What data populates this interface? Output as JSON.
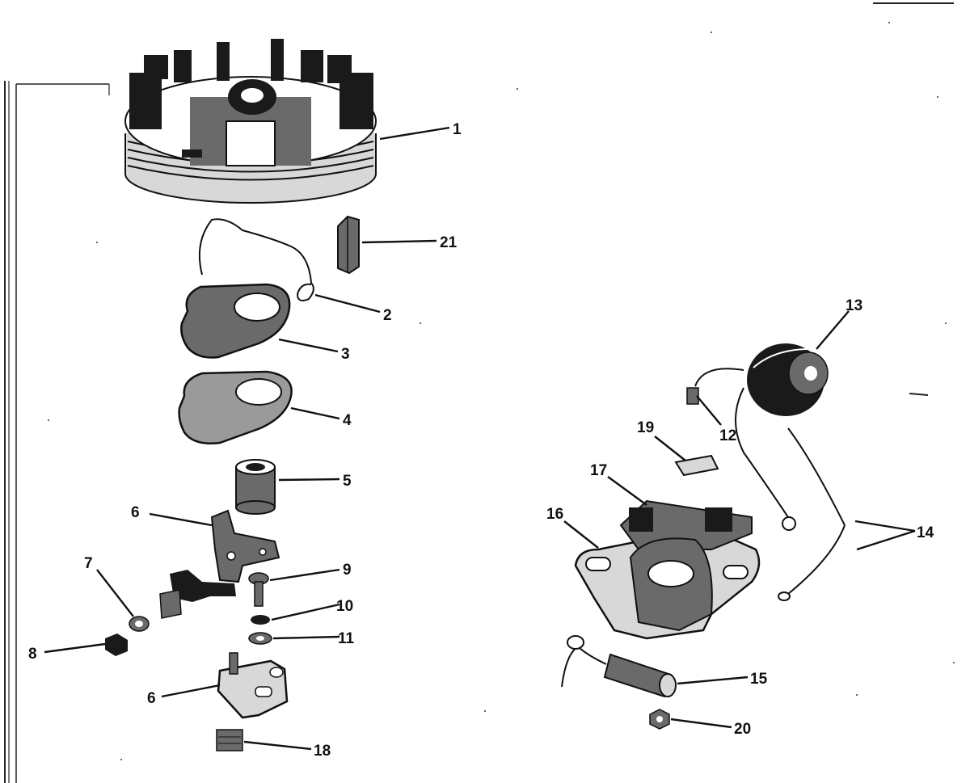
{
  "diagram": {
    "style": "exploded parts diagram",
    "colors": {
      "ink": "#111111",
      "paper": "#ffffff",
      "shade": "#6a6a6a"
    },
    "callouts": [
      {
        "id": "c1",
        "label": "1"
      },
      {
        "id": "c21",
        "label": "21"
      },
      {
        "id": "c2",
        "label": "2"
      },
      {
        "id": "c3",
        "label": "3"
      },
      {
        "id": "c4",
        "label": "4"
      },
      {
        "id": "c5",
        "label": "5"
      },
      {
        "id": "c6a",
        "label": "6"
      },
      {
        "id": "c7",
        "label": "7"
      },
      {
        "id": "c8",
        "label": "8"
      },
      {
        "id": "c9",
        "label": "9"
      },
      {
        "id": "c10",
        "label": "10"
      },
      {
        "id": "c11",
        "label": "11"
      },
      {
        "id": "c6b",
        "label": "6"
      },
      {
        "id": "c18",
        "label": "18"
      },
      {
        "id": "c13",
        "label": "13"
      },
      {
        "id": "c12",
        "label": "12"
      },
      {
        "id": "c19",
        "label": "19"
      },
      {
        "id": "c17",
        "label": "17"
      },
      {
        "id": "c16",
        "label": "16"
      },
      {
        "id": "c14",
        "label": "14"
      },
      {
        "id": "c15",
        "label": "15"
      },
      {
        "id": "c20",
        "label": "20"
      }
    ]
  }
}
